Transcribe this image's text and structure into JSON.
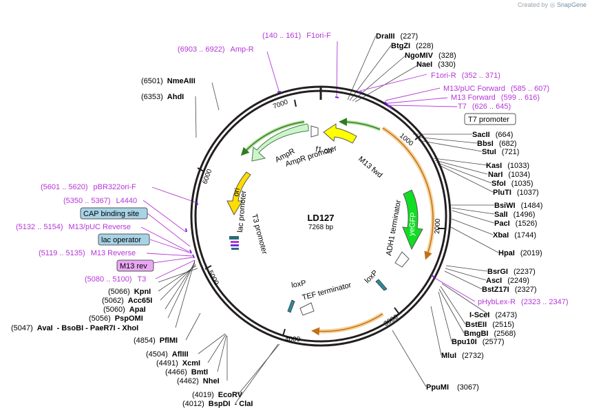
{
  "credit": {
    "prefix": "Created by",
    "brand": "SnapGene"
  },
  "plasmid": {
    "name": "LD127",
    "length": "7268 bp"
  },
  "ticks": [
    "1000",
    "2000",
    "3000",
    "4000",
    "5000",
    "6000",
    "7000"
  ],
  "sites": [
    {
      "text": "DraIII",
      "pos": "(227)"
    },
    {
      "text": "BtgZI",
      "pos": "(228)"
    },
    {
      "text": "NgoMIV",
      "pos": "(328)"
    },
    {
      "text": "NaeI",
      "pos": "(330)"
    },
    {
      "text": "T7 promoter"
    },
    {
      "text": "SacII",
      "pos": "(664)"
    },
    {
      "text": "BbsI",
      "pos": "(682)"
    },
    {
      "text": "StuI",
      "pos": "(721)"
    },
    {
      "text": "KasI",
      "pos": "(1033)"
    },
    {
      "text": "NarI",
      "pos": "(1034)"
    },
    {
      "text": "SfoI",
      "pos": "(1035)"
    },
    {
      "text": "PluTI",
      "pos": "(1037)"
    },
    {
      "text": "BsiWI",
      "pos": "(1484)"
    },
    {
      "text": "SalI",
      "pos": "(1496)"
    },
    {
      "text": "PacI",
      "pos": "(1526)"
    },
    {
      "text": "XbaI",
      "pos": "(1744)"
    },
    {
      "text": "HpaI",
      "pos": "(2019)"
    },
    {
      "text": "BsrGI",
      "pos": "(2237)"
    },
    {
      "text": "AscI",
      "pos": "(2249)"
    },
    {
      "text": "BstZ17I",
      "pos": "(2327)"
    },
    {
      "text": "I-SceI",
      "pos": "(2473)"
    },
    {
      "text": "BstEII",
      "pos": "(2515)"
    },
    {
      "text": "BmgBI",
      "pos": "(2568)"
    },
    {
      "text": "Bpu10I",
      "pos": "(2577)"
    },
    {
      "text": "MluI",
      "pos": "(2732)"
    },
    {
      "text": "PpuMI",
      "pos": "(3067)"
    },
    {
      "text": "EcoRV",
      "pos": "(4019)"
    },
    {
      "text": "BspDI",
      "pos": "(4012)",
      "extra": "-  ClaI"
    },
    {
      "text": "NheI",
      "pos": "(4462)"
    },
    {
      "text": "BmtI",
      "pos": "(4466)"
    },
    {
      "text": "XcmI",
      "pos": "(4491)"
    },
    {
      "text": "AflIII",
      "pos": "(4504)"
    },
    {
      "text": "PflMI",
      "pos": "(4854)"
    },
    {
      "text": "AvaI",
      "pos": "(5047)",
      "extra": "-  BsoBI   -  PaeR7I   -  XhoI"
    },
    {
      "text": "PspOMI",
      "pos": "(5056)"
    },
    {
      "text": "ApaI",
      "pos": "(5060)"
    },
    {
      "text": "Acc65I",
      "pos": "(5062)"
    },
    {
      "text": "KpnI",
      "pos": "(5066)"
    },
    {
      "text": "AhdI",
      "pos": "(6353)"
    },
    {
      "text": "NmeAIII",
      "pos": "(6501)"
    }
  ],
  "primers": [
    {
      "range": "(140 .. 161)",
      "name": "F1ori-F"
    },
    {
      "range": "(6903 .. 6922)",
      "name": "Amp-R"
    },
    {
      "name": "F1ori-R",
      "range": "(352 .. 371)"
    },
    {
      "name": "M13/pUC Forward",
      "range": "(585 .. 607)"
    },
    {
      "name": "M13 Forward",
      "range": "(599 .. 616)"
    },
    {
      "name": "T7",
      "range": "(626 .. 645)"
    },
    {
      "name": "pHybLex-R",
      "range": "(2323 .. 2347)"
    },
    {
      "range": "(5601 .. 5620)",
      "name": "pBR322ori-F"
    },
    {
      "range": "(5350 .. 5367)",
      "name": "L4440"
    },
    {
      "range": "(5132 .. 5154)",
      "name": "M13/pUC Reverse"
    },
    {
      "range": "(5119 .. 5135)",
      "name": "M13 Reverse"
    },
    {
      "range": "(5080 .. 5100)",
      "name": "T3"
    }
  ],
  "boxed": {
    "cap": "CAP binding site",
    "lac": "lac operator",
    "m13rev": "M13 rev"
  },
  "features": {
    "ampr": "AmpR",
    "ampr_promoter": "AmpR promoter",
    "f1ori": "f1 ori",
    "m13fwd": "M13 fwd",
    "ori": "ori",
    "lac_promoter": "lac promoter",
    "t3_promoter": "T3 promoter",
    "adh1": "ADH1 terminator",
    "yegfp": "yeGFP",
    "loxp1": "loxP",
    "loxp2": "loxP",
    "tef": "TEF terminator"
  },
  "colors": {
    "backbone": "#231f20",
    "ampr": "#ccf5cc",
    "f1ori": "#ffff00",
    "ori": "#ffdd00",
    "yegfp": "#11dd22",
    "primer": "#b535d8",
    "primer_bind": "#7a28e0",
    "orange_arc": "#f2a23a",
    "green_arc": "#2e7d1e",
    "box_blue": "#a8d3e6",
    "box_purple": "#e9a7f3"
  }
}
